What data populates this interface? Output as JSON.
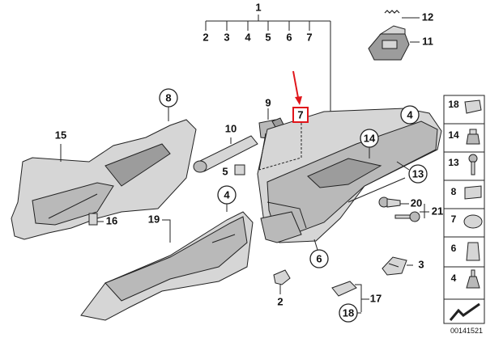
{
  "diagram": {
    "image_number": "00141521",
    "highlight_color": "#e0161b",
    "callouts": {
      "c1": "1",
      "c2a": "2",
      "c3a": "3",
      "c4a": "4",
      "c5a": "5",
      "c6a": "6",
      "c7a": "7",
      "c12": "12",
      "c11": "11",
      "c8": "8",
      "c9": "9",
      "c10": "10",
      "c7b": "7",
      "c4b": "4",
      "c14": "14",
      "c15": "15",
      "c5b": "5",
      "c13": "13",
      "c4c": "4",
      "c16": "16",
      "c19": "19",
      "c20": "20",
      "c21": "21",
      "c6b": "6",
      "c3b": "3",
      "c2b": "2",
      "c17": "17",
      "c18": "18"
    },
    "side_panel": [
      "18",
      "14",
      "13",
      "8",
      "7",
      "6",
      "4"
    ]
  }
}
